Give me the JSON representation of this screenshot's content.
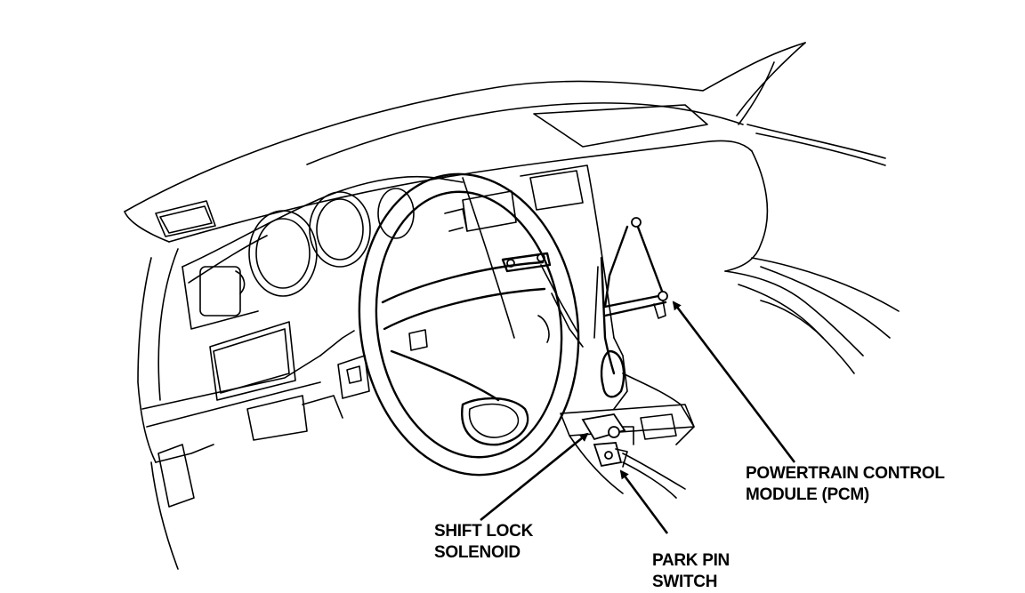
{
  "callouts": {
    "pcm": {
      "line1": "POWERTRAIN CONTROL",
      "line2": "MODULE (PCM)"
    },
    "shift_lock": {
      "line1": "SHIFT LOCK",
      "line2": "SOLENOID"
    },
    "park_pin": {
      "line1": "PARK PIN",
      "line2": "SWITCH"
    }
  }
}
